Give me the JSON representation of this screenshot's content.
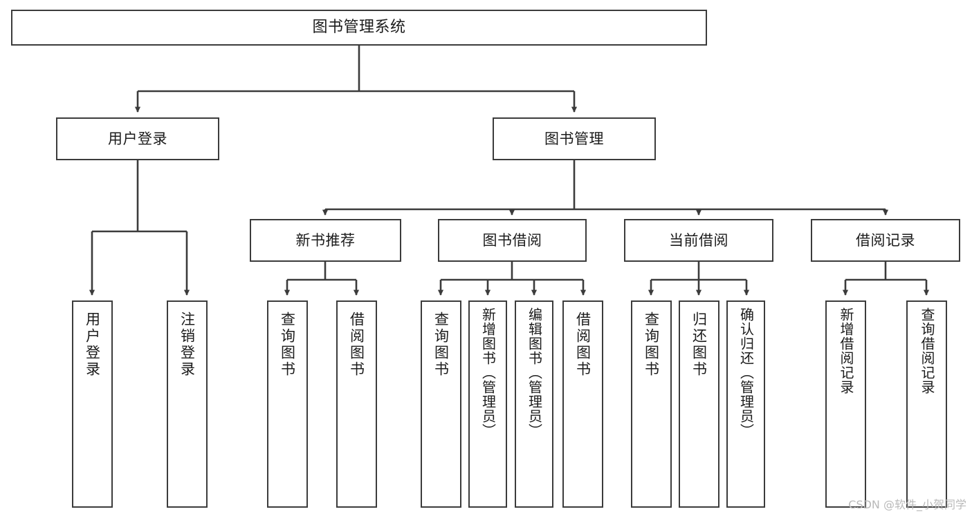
{
  "diagram": {
    "type": "tree",
    "title": "图书管理系统",
    "orientation": "top-down",
    "colors": {
      "box_border": "#3b3b3b",
      "box_fill": "#ffffff",
      "edge": "#3b3b3b",
      "text": "#1b1b1b",
      "watermark": "#b9b9b9",
      "background": "#ffffff"
    },
    "watermark": "CSDN @软件_小贺同学",
    "nodes": {
      "root": {
        "label": "图书管理系统"
      },
      "level2": [
        {
          "id": "user-login",
          "label": "用户登录"
        },
        {
          "id": "book-manage",
          "label": "图书管理"
        }
      ],
      "level3": [
        {
          "id": "new-book-recommend",
          "label": "新书推荐"
        },
        {
          "id": "book-borrow",
          "label": "图书借阅"
        },
        {
          "id": "current-borrow",
          "label": "当前借阅"
        },
        {
          "id": "borrow-record",
          "label": "借阅记录"
        }
      ],
      "leaves": {
        "user-login": [
          {
            "id": "leaf-user-login",
            "label": "用户登录"
          },
          {
            "id": "leaf-logout-login",
            "label": "注销登录"
          }
        ],
        "new-book-recommend": [
          {
            "id": "leaf-query-book-1",
            "label": "查询图书"
          },
          {
            "id": "leaf-borrow-book-1",
            "label": "借阅图书"
          }
        ],
        "book-borrow": [
          {
            "id": "leaf-query-book-2",
            "label": "查询图书"
          },
          {
            "id": "leaf-add-book",
            "label": "新增图书（管理员）"
          },
          {
            "id": "leaf-edit-book",
            "label": "编辑图书（管理员）"
          },
          {
            "id": "leaf-borrow-book-2",
            "label": "借阅图书"
          }
        ],
        "current-borrow": [
          {
            "id": "leaf-query-book-3",
            "label": "查询图书"
          },
          {
            "id": "leaf-return-book",
            "label": "归还图书"
          },
          {
            "id": "leaf-confirm-return",
            "label": "确认归还（管理员）"
          }
        ],
        "borrow-record": [
          {
            "id": "leaf-add-record",
            "label": "新增借阅记录"
          },
          {
            "id": "leaf-query-record",
            "label": "查询借阅记录"
          }
        ]
      }
    }
  }
}
